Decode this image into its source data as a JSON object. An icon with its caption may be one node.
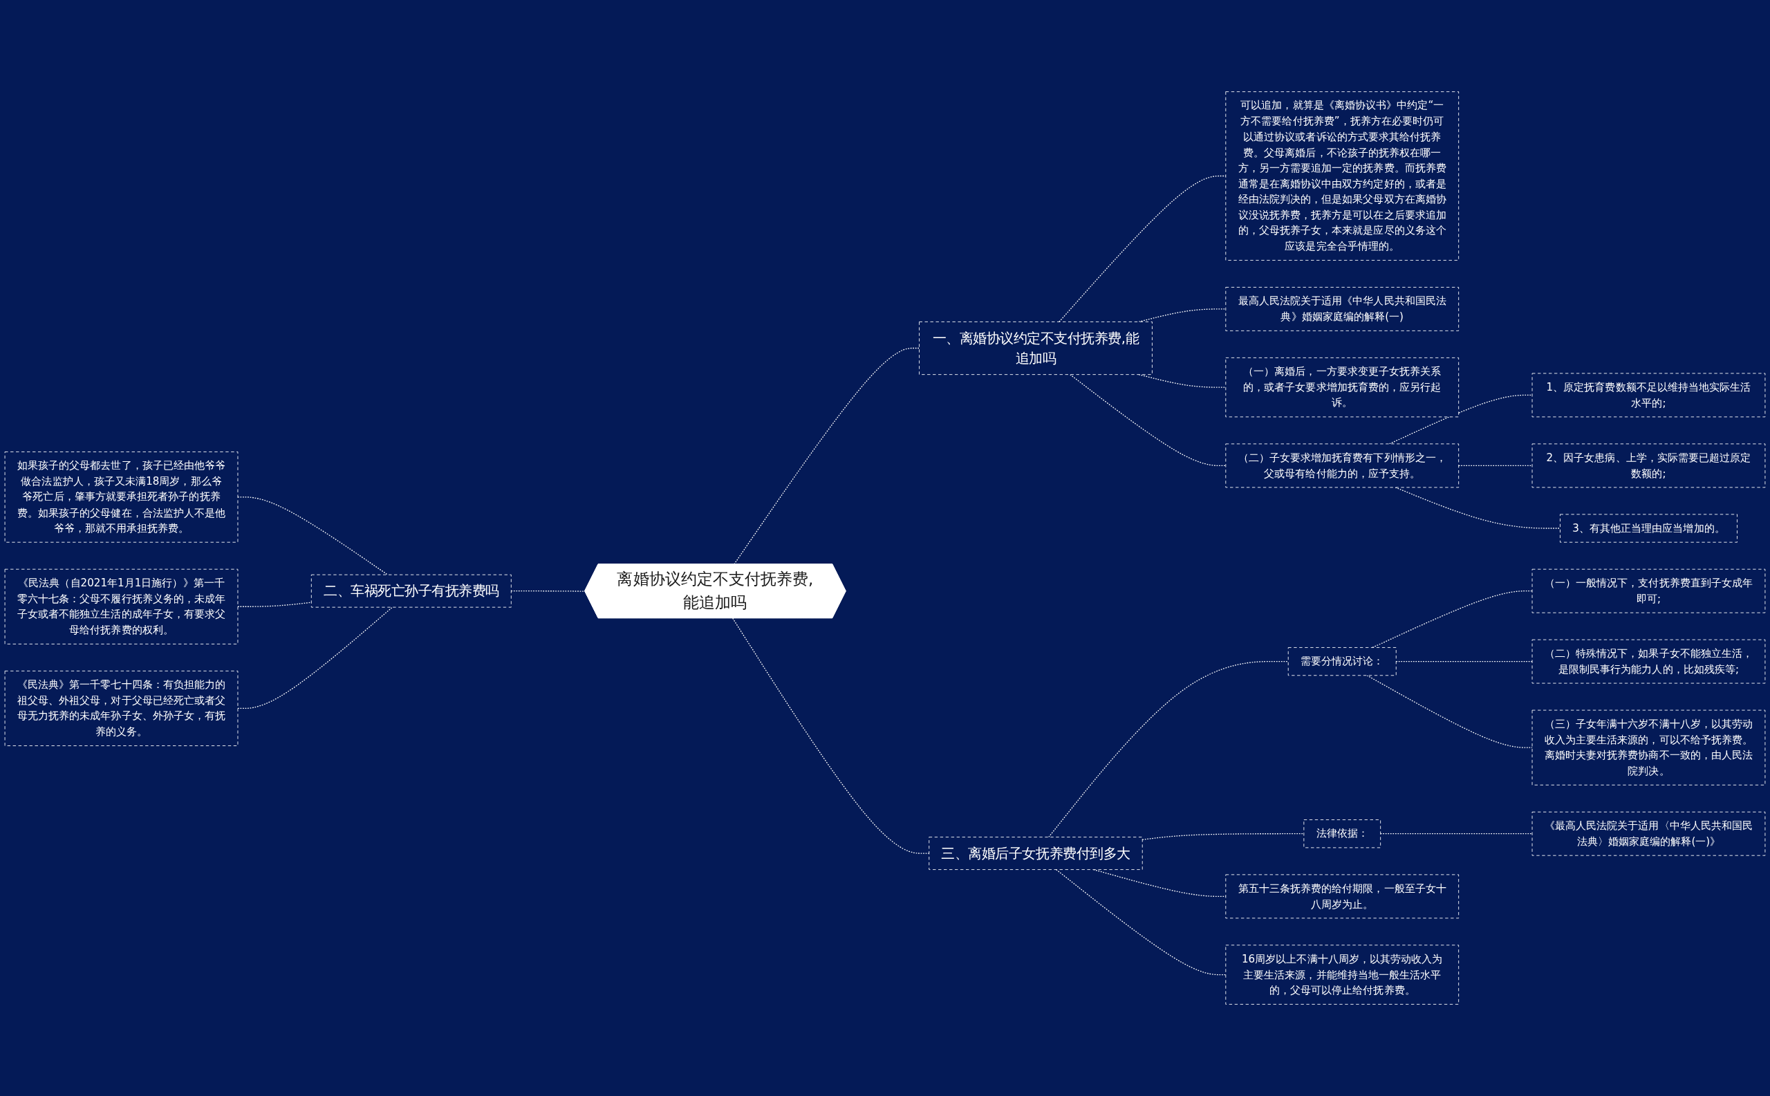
{
  "diagram": {
    "nodes": [
      {
        "text": [
          "离婚协议约定不支付抚养费,能追加吗"
        ]
      },
      {
        "text": [
          "一、离婚协议约定不支付抚养费,能追加吗"
        ]
      },
      {
        "text": [
          "可以追加，就算是《离婚协议书》中约定“一方不需要给付抚养费”，抚养方在必要时仍可以通过协议或者诉讼的方式要求其给付抚养费。父母离婚后，不论孩子的抚养权在哪一方，另一方需要追加一定的抚养费。而抚养费通常是在离婚协议中由双方约定好的，或者是经由法院判决的，但是如果父母双方在离婚协议没说抚养费，抚养方是可以在之后要求追加的，父母抚养子女，本来就是应尽的义务这个应该是完全合乎情理的。"
        ]
      },
      {
        "text": [
          "最高人民法院关于适用《中华人民共和国民法典》婚姻家庭编的解释(一)"
        ]
      },
      {
        "text": [
          "（一）离婚后，一方要求变更子女抚养关系的，或者子女要求增加抚育费的，应另行起诉。"
        ]
      },
      {
        "text": [
          "（二）子女要求增加抚育费有下列情形之一，父或母有给付能力的，应予支持。"
        ]
      },
      {
        "text": [
          "1、原定抚育费数额不足以维持当地实际生活水平的;"
        ]
      },
      {
        "text": [
          "2、因子女患病、上学，实际需要已超过原定数额的;"
        ]
      },
      {
        "text": [
          "3、有其他正当理由应当增加的。"
        ]
      },
      {
        "text": [
          "二、车祸死亡孙子有抚养费吗"
        ]
      },
      {
        "text": [
          "如果孩子的父母都去世了，孩子已经由他爷爷做合法监护人，孩子又未满18周岁，那么爷爷死亡后，肇事方就要承担死者孙子的抚养费。如果孩子的父母健在，合法监护人不是他爷爷，那就不用承担抚养费。"
        ]
      },
      {
        "text": [
          "《民法典（自2021年1月1日施行）》第一千零六十七条：父母不履行抚养义务的，未成年子女或者不能独立生活的成年子女，有要求父母给付抚养费的权利。"
        ]
      },
      {
        "text": [
          "《民法典》第一千零七十四条：有负担能力的祖父母、外祖父母，对于父母已经死亡或者父母无力抚养的未成年孙子女、外孙子女，有抚养的义务。"
        ]
      },
      {
        "text": [
          "三、离婚后子女抚养费付到多大"
        ]
      },
      {
        "text": [
          "需要分情况讨论："
        ]
      },
      {
        "text": [
          "（一）一般情况下，支付抚养费直到子女成年即可;"
        ]
      },
      {
        "text": [
          "（二）特殊情况下，如果子女不能独立生活，是限制民事行为能力人的，比如残疾等;"
        ]
      },
      {
        "text": [
          "（三）子女年满十六岁不满十八岁，以其劳动收入为主要生活来源的，可以不给予抚养费。离婚时夫妻对抚养费协商不一致的，由人民法院判决。"
        ]
      },
      {
        "text": [
          "法律依据："
        ]
      },
      {
        "text": [
          "《最高人民法院关于适用〈中华人民共和国民法典〉婚姻家庭编的解释(一)》"
        ]
      },
      {
        "text": [
          "第五十三条抚养费的给付期限，一般至子女十八周岁为止。"
        ]
      },
      {
        "text": [
          "16周岁以上不满十八周岁，以其劳动收入为主要生活来源，并能维持当地一般生活水平的，父母可以停止给付抚养费。"
        ]
      }
    ],
    "edges": [
      {
        "from": 0,
        "to": 1,
        "arrow": "none",
        "style": "dashed"
      },
      {
        "from": 1,
        "to": 2,
        "arrow": "none",
        "style": "dashed"
      },
      {
        "from": 1,
        "to": 3,
        "arrow": "none",
        "style": "dashed"
      },
      {
        "from": 1,
        "to": 4,
        "arrow": "none",
        "style": "dashed"
      },
      {
        "from": 1,
        "to": 5,
        "arrow": "none",
        "style": "dashed"
      },
      {
        "from": 5,
        "to": 6,
        "arrow": "none",
        "style": "dashed"
      },
      {
        "from": 5,
        "to": 7,
        "arrow": "none",
        "style": "dashed"
      },
      {
        "from": 5,
        "to": 8,
        "arrow": "none",
        "style": "dashed"
      },
      {
        "from": 9,
        "to": 0,
        "arrow": "none",
        "style": "dashed"
      },
      {
        "from": 10,
        "to": 9,
        "arrow": "none",
        "style": "dashed"
      },
      {
        "from": 11,
        "to": 9,
        "arrow": "none",
        "style": "dashed"
      },
      {
        "from": 12,
        "to": 9,
        "arrow": "none",
        "style": "dashed"
      },
      {
        "from": 0,
        "to": 13,
        "arrow": "none",
        "style": "dashed"
      },
      {
        "from": 13,
        "to": 14,
        "arrow": "none",
        "style": "dashed"
      },
      {
        "from": 14,
        "to": 15,
        "arrow": "none",
        "style": "dashed"
      },
      {
        "from": 14,
        "to": 16,
        "arrow": "none",
        "style": "dashed"
      },
      {
        "from": 14,
        "to": 17,
        "arrow": "none",
        "style": "dashed"
      },
      {
        "from": 13,
        "to": 18,
        "arrow": "none",
        "style": "dashed"
      },
      {
        "from": 18,
        "to": 19,
        "arrow": "none",
        "style": "dashed"
      },
      {
        "from": 13,
        "to": 20,
        "arrow": "none",
        "style": "dashed"
      },
      {
        "from": 13,
        "to": 21,
        "arrow": "none",
        "style": "dashed"
      }
    ]
  }
}
